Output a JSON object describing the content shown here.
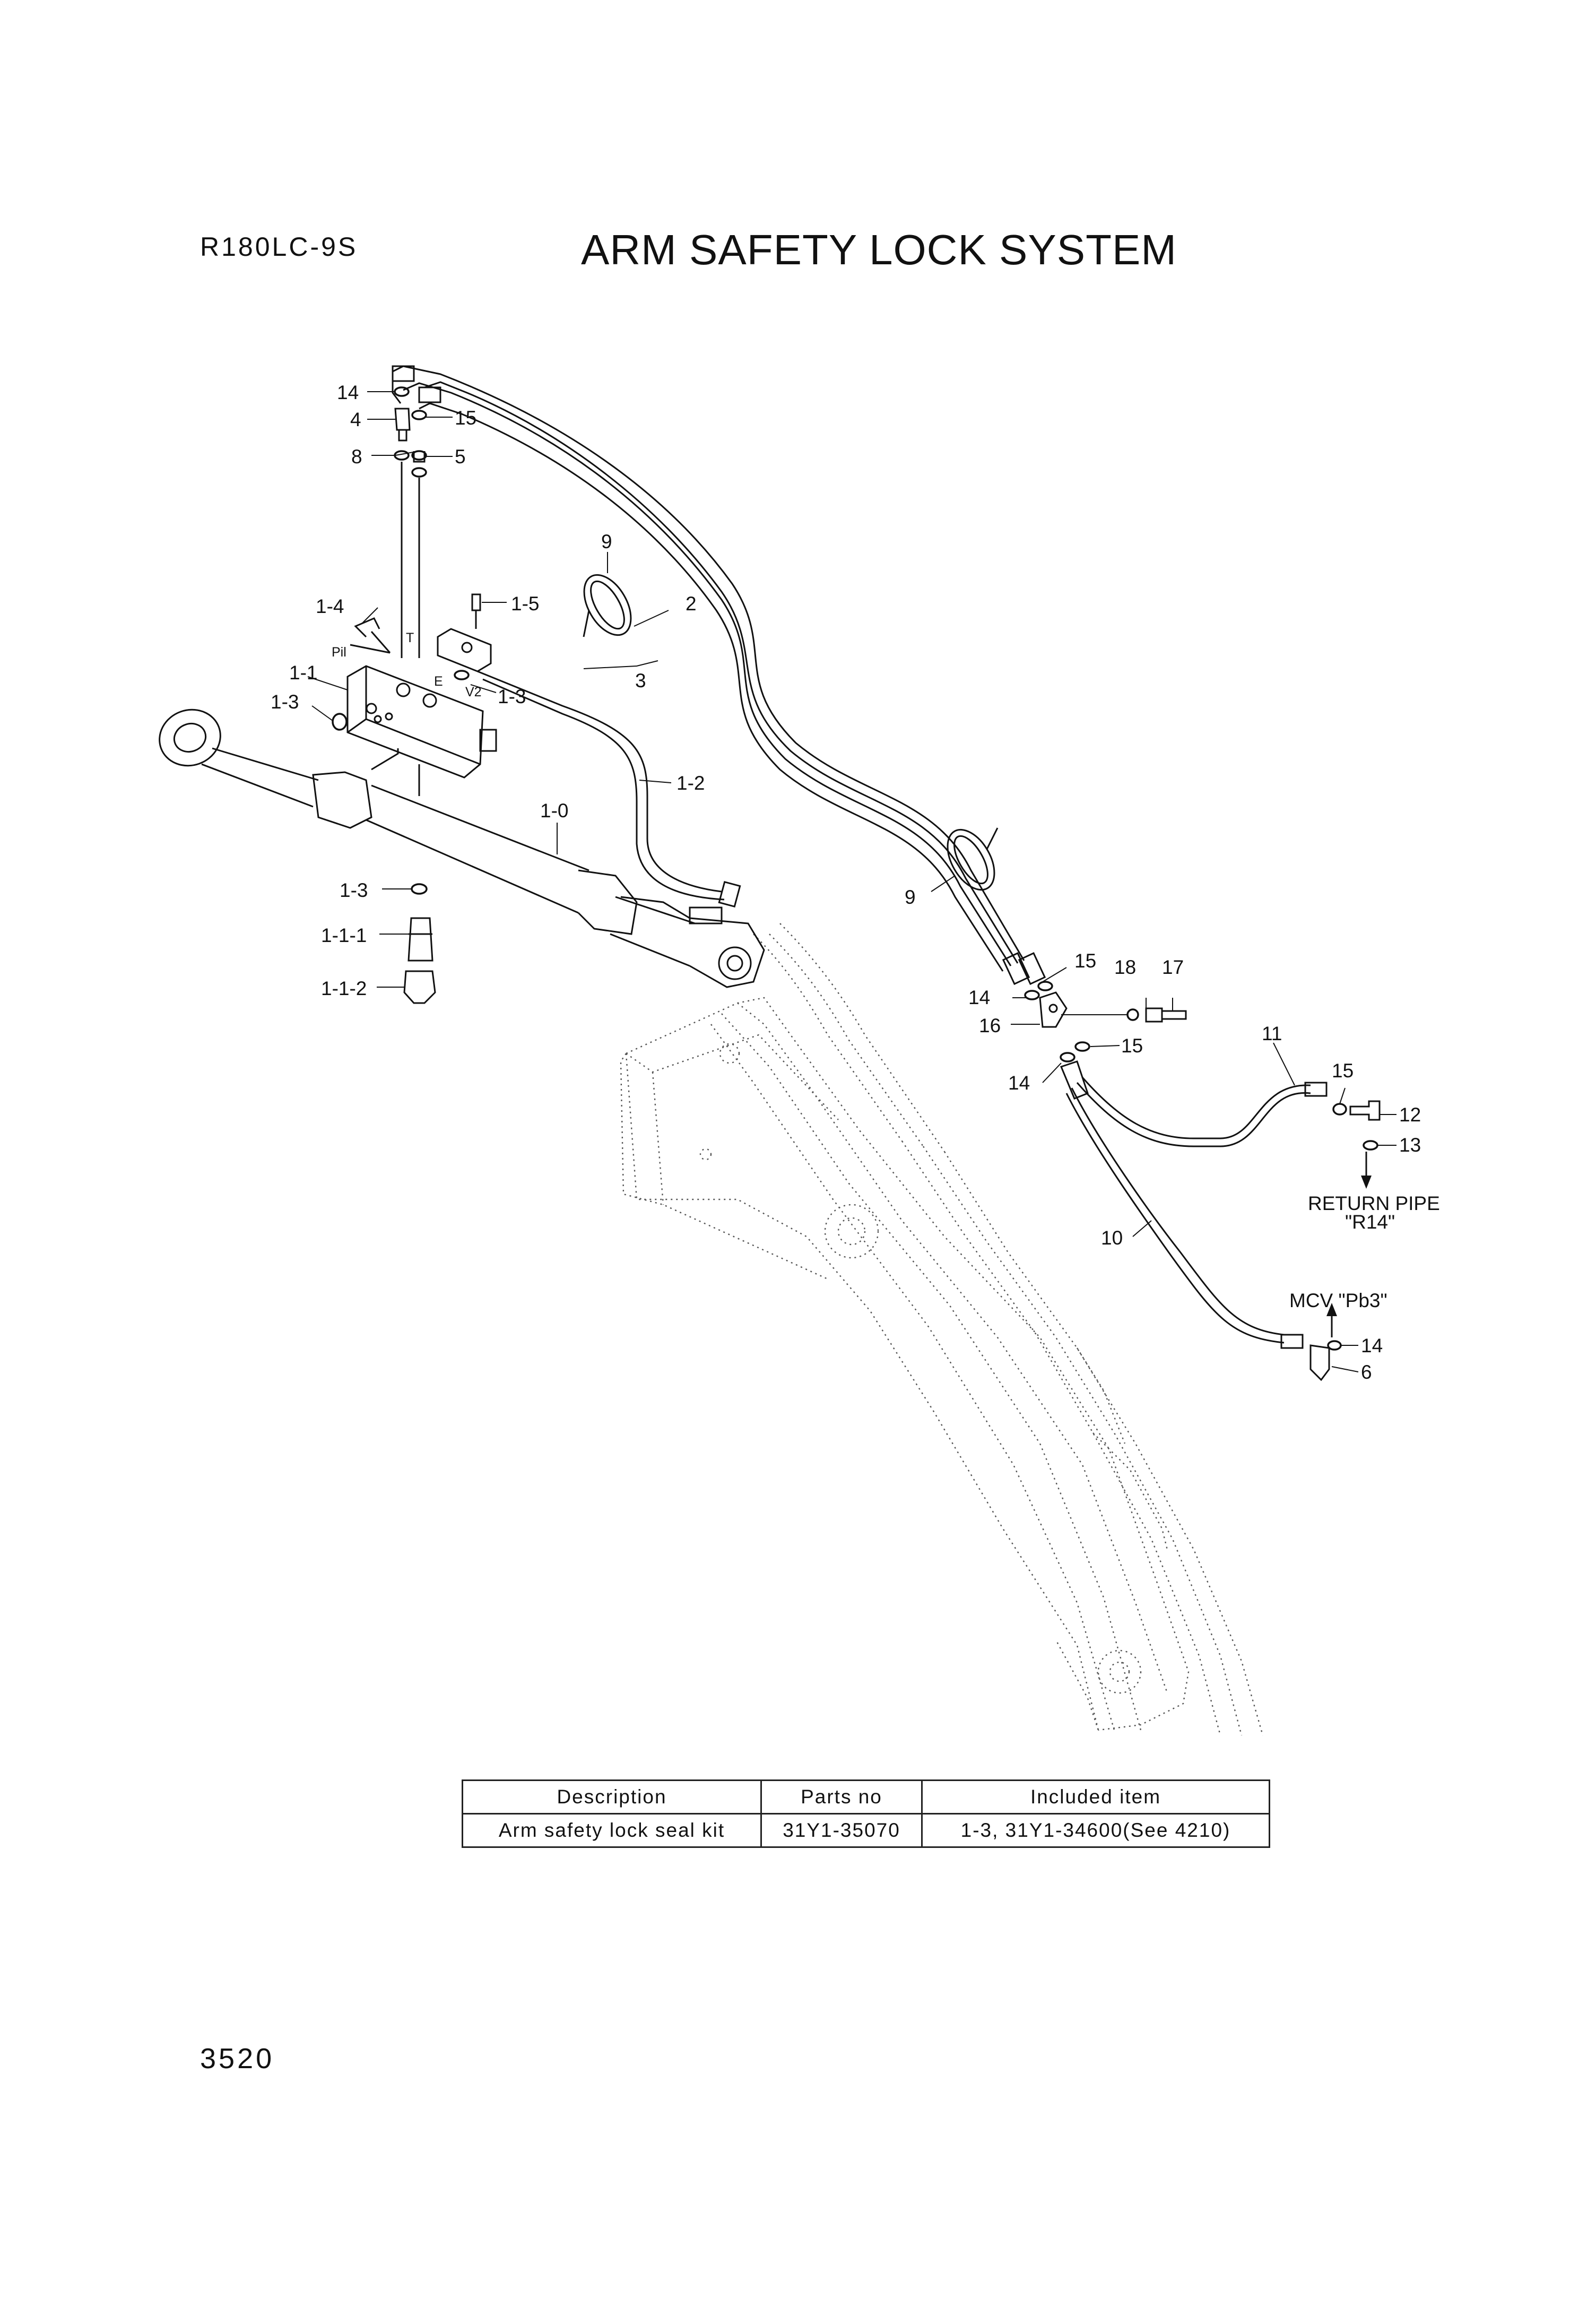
{
  "header": {
    "model": "R180LC-9S",
    "title": "ARM SAFETY LOCK SYSTEM"
  },
  "diagram": {
    "callouts": [
      {
        "id": "c14a",
        "label": "14"
      },
      {
        "id": "c4",
        "label": "4"
      },
      {
        "id": "c15a",
        "label": "15"
      },
      {
        "id": "c8",
        "label": "8"
      },
      {
        "id": "c5",
        "label": "5"
      },
      {
        "id": "c9a",
        "label": "9"
      },
      {
        "id": "c2",
        "label": "2"
      },
      {
        "id": "c1-4",
        "label": "1-4"
      },
      {
        "id": "c1-5",
        "label": "1-5"
      },
      {
        "id": "c3",
        "label": "3"
      },
      {
        "id": "c1-1",
        "label": "1-1"
      },
      {
        "id": "c1-3a",
        "label": "1-3"
      },
      {
        "id": "c1-3b",
        "label": "1-3"
      },
      {
        "id": "c1-2",
        "label": "1-2"
      },
      {
        "id": "c1-0",
        "label": "1-0"
      },
      {
        "id": "c1-3c",
        "label": "1-3"
      },
      {
        "id": "c1-1-1",
        "label": "1-1-1"
      },
      {
        "id": "c1-1-2",
        "label": "1-1-2"
      },
      {
        "id": "c9b",
        "label": "9"
      },
      {
        "id": "c15b",
        "label": "15"
      },
      {
        "id": "c18",
        "label": "18"
      },
      {
        "id": "c17",
        "label": "17"
      },
      {
        "id": "c14b",
        "label": "14"
      },
      {
        "id": "c16",
        "label": "16"
      },
      {
        "id": "c15c",
        "label": "15"
      },
      {
        "id": "c11",
        "label": "11"
      },
      {
        "id": "c14c",
        "label": "14"
      },
      {
        "id": "c15d",
        "label": "15"
      },
      {
        "id": "c12",
        "label": "12"
      },
      {
        "id": "c13",
        "label": "13"
      },
      {
        "id": "c10",
        "label": "10"
      },
      {
        "id": "c14d",
        "label": "14"
      },
      {
        "id": "c6",
        "label": "6"
      }
    ],
    "port_labels": {
      "pil": "Pil",
      "t": "T",
      "e": "E",
      "v2": "V2"
    },
    "notes": {
      "return_pipe": "RETURN PIPE",
      "return_pipe_port": "\"R14\"",
      "mcv": "MCV \"Pb3\""
    }
  },
  "table": {
    "headers": [
      "Description",
      "Parts no",
      "Included item"
    ],
    "rows": [
      [
        "Arm safety lock seal kit",
        "31Y1-35070",
        "1-3, 31Y1-34600(See 4210)"
      ]
    ]
  },
  "footer": {
    "page_number": "3520"
  }
}
